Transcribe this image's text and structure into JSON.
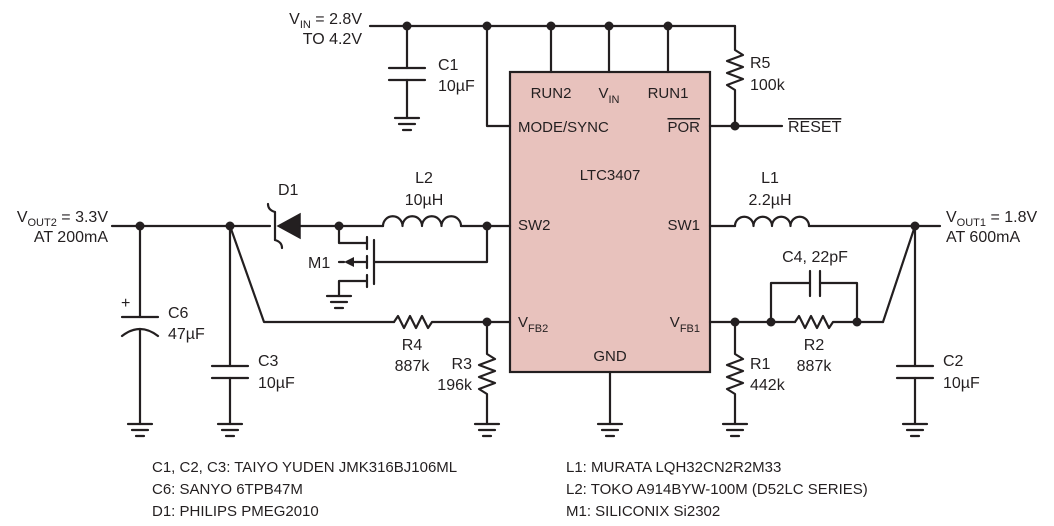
{
  "ic": {
    "name": "LTC3407",
    "fill": "#e8c2bd",
    "pins": {
      "run2": "RUN2",
      "vin_main": "V",
      "vin_sub": "IN",
      "run1": "RUN1",
      "mode_sync": "MODE/SYNC",
      "por": "POR",
      "sw2": "SW2",
      "sw1": "SW1",
      "vfb2_main": "V",
      "vfb2_sub": "FB2",
      "vfb1_main": "V",
      "vfb1_sub": "FB1",
      "gnd": "GND"
    }
  },
  "vin": {
    "line1_main": "V",
    "line1_sub": "IN",
    "line1_rest": " = 2.8V",
    "line2": "TO 4.2V"
  },
  "vout2": {
    "main": "V",
    "sub": "OUT2",
    "rest": " = 3.3V",
    "line2": "AT 200mA"
  },
  "vout1": {
    "main": "V",
    "sub": "OUT1",
    "rest": " = 1.8V",
    "line2": "AT 600mA"
  },
  "reset": "RESET",
  "components": {
    "c1": {
      "name": "C1",
      "value": "10µF"
    },
    "r5": {
      "name": "R5",
      "value": "100k"
    },
    "d1": {
      "name": "D1"
    },
    "l2": {
      "name": "L2",
      "value": "10µH"
    },
    "m1": {
      "name": "M1"
    },
    "l1": {
      "name": "L1",
      "value": "2.2µH"
    },
    "c4": {
      "label": "C4, 22pF"
    },
    "c6": {
      "name": "C6",
      "value": "47µF",
      "polarity": "+"
    },
    "c3": {
      "name": "C3",
      "value": "10µF"
    },
    "r4": {
      "name": "R4",
      "value": "887k"
    },
    "r3": {
      "name": "R3",
      "value": "196k"
    },
    "r1": {
      "name": "R1",
      "value": "442k"
    },
    "r2": {
      "name": "R2",
      "value": "887k"
    },
    "c2": {
      "name": "C2",
      "value": "10µF"
    }
  },
  "notes": {
    "left": [
      "C1, C2, C3: TAIYO YUDEN JMK316BJ106ML",
      "C6: SANYO 6TPB47M",
      "D1: PHILIPS PMEG2010"
    ],
    "right": [
      "L1: MURATA LQH32CN2R2M33",
      "L2: TOKO A914BYW-100M (D52LC SERIES)",
      "M1: SILICONIX Si2302"
    ]
  }
}
